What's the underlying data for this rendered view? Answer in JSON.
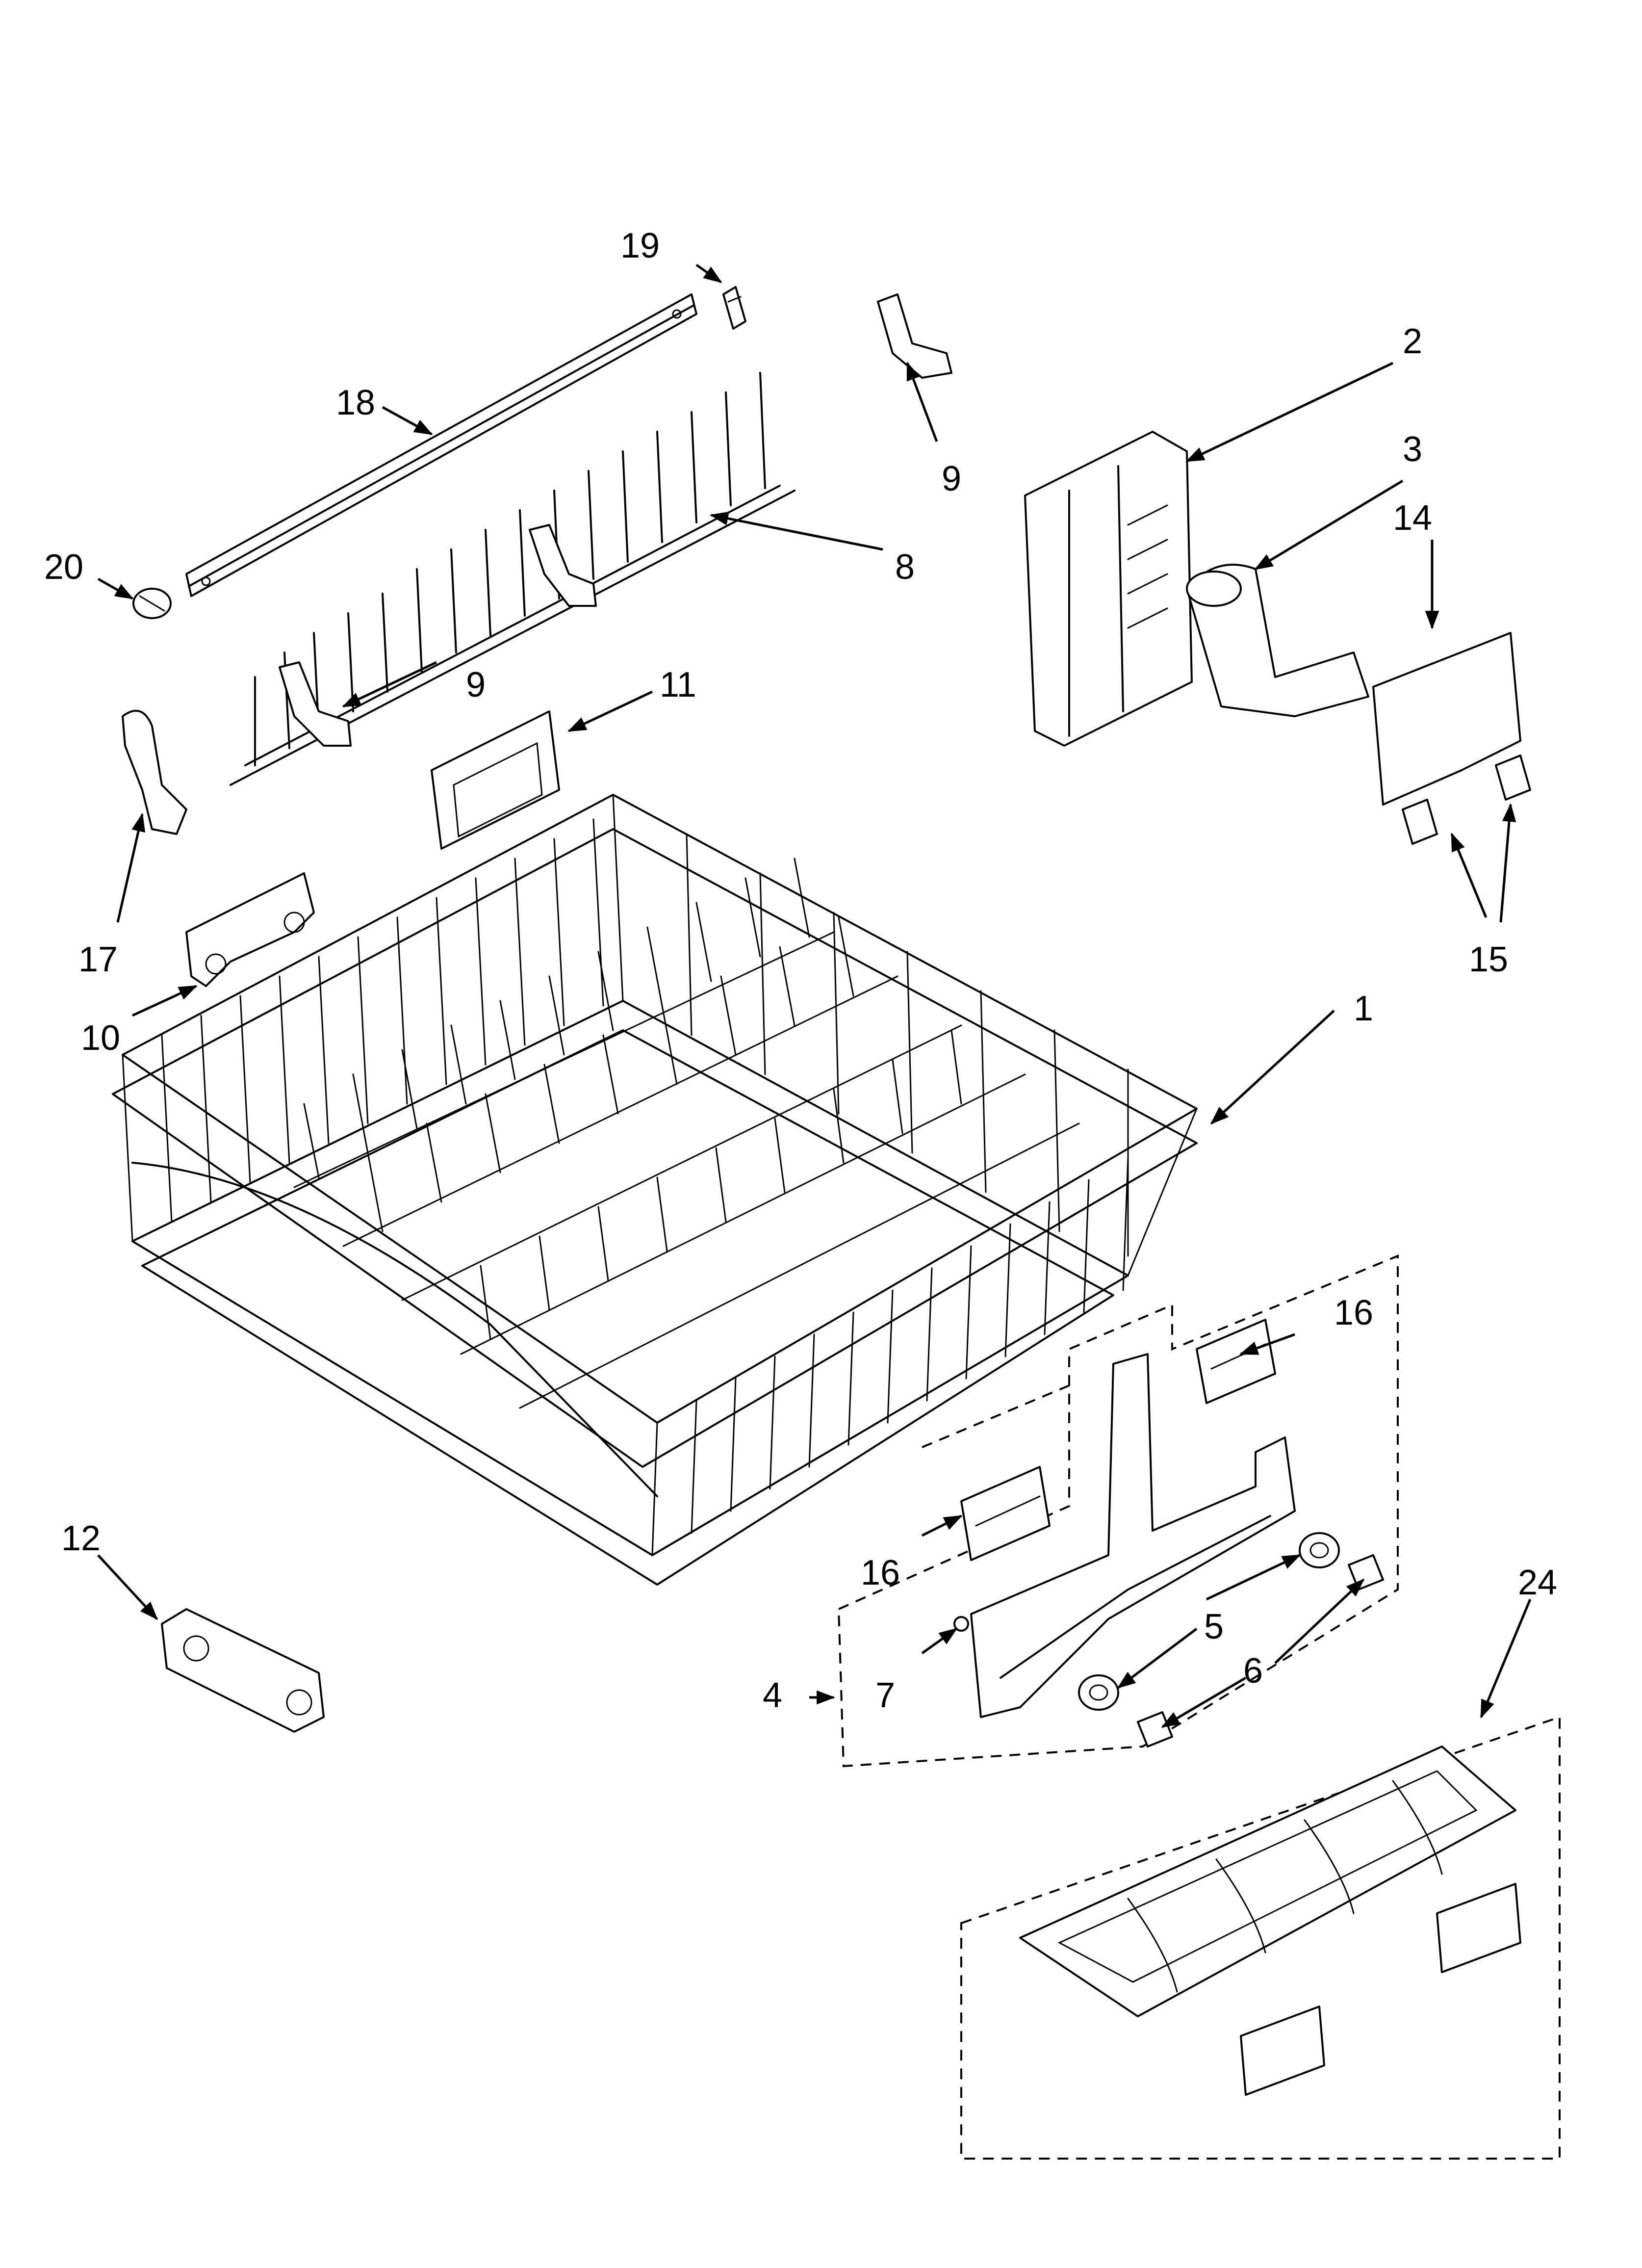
{
  "callouts": {
    "c1": "1",
    "c2": "2",
    "c3": "3",
    "c4": "4",
    "c5": "5",
    "c6": "6",
    "c7": "7",
    "c8": "8",
    "c9a": "9",
    "c9b": "9",
    "c10": "10",
    "c11": "11",
    "c12": "12",
    "c14": "14",
    "c15": "15",
    "c16a": "16",
    "c16b": "16",
    "c17": "17",
    "c18": "18",
    "c19": "19",
    "c20": "20",
    "c24": "24"
  }
}
